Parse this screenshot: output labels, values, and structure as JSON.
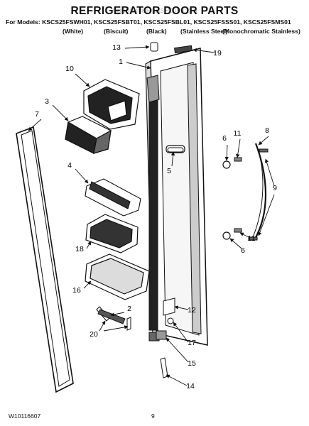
{
  "header": {
    "title": "REFRIGERATOR DOOR PARTS",
    "watermark": "AppliancePartsPros.com",
    "models": "For Models: KSCS25FSWH01, KSCS25FSBT01, KSCS25FSBL01, KSCS25FSSS01, KSCS25FSMS01",
    "variants": [
      "(White)",
      "(Biscuit)",
      "(Black)",
      "(Stainless Steel)",
      "(Monochromatic Stainless)"
    ]
  },
  "callouts": [
    {
      "id": "c1",
      "label": "1"
    },
    {
      "id": "c2",
      "label": "2"
    },
    {
      "id": "c3",
      "label": "3"
    },
    {
      "id": "c4",
      "label": "4"
    },
    {
      "id": "c5",
      "label": "5"
    },
    {
      "id": "c6a",
      "label": "6"
    },
    {
      "id": "c6b",
      "label": "6"
    },
    {
      "id": "c7",
      "label": "7"
    },
    {
      "id": "c8",
      "label": "8"
    },
    {
      "id": "c9",
      "label": "9"
    },
    {
      "id": "c10",
      "label": "10"
    },
    {
      "id": "c11a",
      "label": "11"
    },
    {
      "id": "c11b",
      "label": "11"
    },
    {
      "id": "c12",
      "label": "12"
    },
    {
      "id": "c13",
      "label": "13"
    },
    {
      "id": "c14",
      "label": "14"
    },
    {
      "id": "c15",
      "label": "15"
    },
    {
      "id": "c16",
      "label": "16"
    },
    {
      "id": "c17",
      "label": "17"
    },
    {
      "id": "c18",
      "label": "18"
    },
    {
      "id": "c19",
      "label": "19"
    },
    {
      "id": "c20",
      "label": "20"
    }
  ],
  "footer": {
    "doc_number": "W10116607",
    "page_number": "9"
  }
}
